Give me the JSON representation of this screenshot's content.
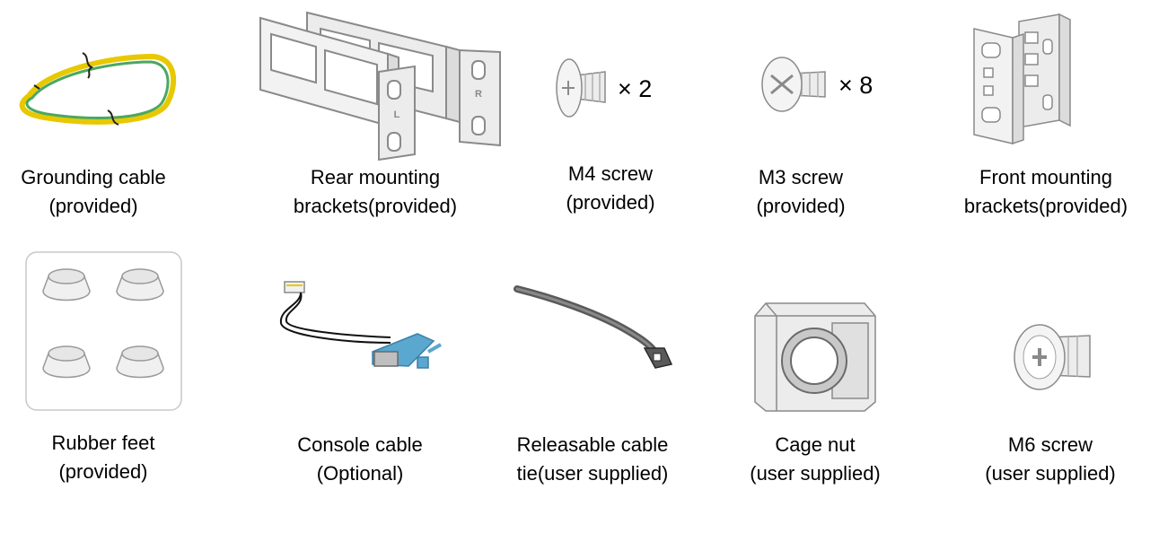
{
  "colors": {
    "outline": "#8a8a8a",
    "metal": "#ececec",
    "cable_yellow": "#e8c800",
    "cable_green": "#4aa860",
    "connector_blue": "#5aa7cf"
  },
  "items": [
    {
      "icon": "grounding-cable-icon",
      "line1": "Grounding cable",
      "line2": "(provided)"
    },
    {
      "icon": "rear-mounting-brackets-icon",
      "line1": "Rear mounting",
      "line2": "brackets(provided)",
      "mark_left": "L",
      "mark_right": "R"
    },
    {
      "icon": "m4-screw-icon",
      "line1": "M4 screw",
      "line2": "(provided)",
      "quantity": "× 2"
    },
    {
      "icon": "m3-screw-icon",
      "line1": "M3 screw",
      "line2": "(provided)",
      "quantity": "× 8"
    },
    {
      "icon": "front-mounting-brackets-icon",
      "line1": "Front mounting",
      "line2": "brackets(provided)"
    },
    {
      "icon": "rubber-feet-icon",
      "line1": "Rubber feet",
      "line2": "(provided)"
    },
    {
      "icon": "console-cable-icon",
      "line1": "Console cable",
      "line2": "(Optional)"
    },
    {
      "icon": "releasable-cable-tie-icon",
      "line1": "Releasable cable",
      "line2": "tie(user supplied)"
    },
    {
      "icon": "cage-nut-icon",
      "line1": "Cage nut",
      "line2": "(user supplied)"
    },
    {
      "icon": "m6-screw-icon",
      "line1": "M6 screw",
      "line2": "(user supplied)"
    }
  ]
}
